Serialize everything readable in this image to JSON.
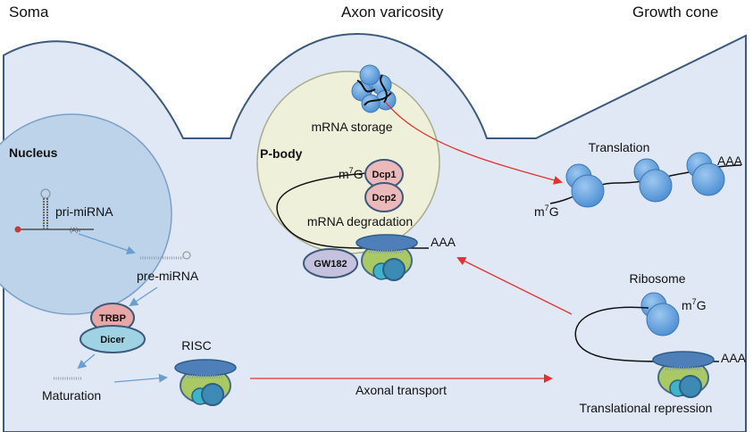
{
  "headers": {
    "soma": "Soma",
    "varicosity": "Axon varicosity",
    "growth_cone": "Growth cone"
  },
  "labels": {
    "nucleus": "Nucleus",
    "pri_mirna": "pri-miRNA",
    "pre_mirna": "pre-miRNA",
    "trbp": "TRBP",
    "dicer": "Dicer",
    "maturation": "Maturation",
    "risc": "RISC",
    "axonal_transport": "Axonal transport",
    "p_body": "P-body",
    "mrna_storage": "mRNA storage",
    "m7g_base": "m",
    "m7g_sup": "7",
    "m7g_end": "G",
    "dcp1": "Dcp1",
    "dcp2": "Dcp2",
    "mrna_degradation": "mRNA degradation",
    "aaa": "AAA",
    "gw182": "GW182",
    "translation": "Translation",
    "ribosome": "Ribosome",
    "translational_repression": "Translational repression"
  },
  "colors": {
    "cell_fill": "#dfe8f4",
    "cell_stroke": "#3c5a7c",
    "nucleus_fill": "#bcd3ea",
    "pbody_fill": "#eef0da",
    "ribosome": "#5b9bd8",
    "risc_top": "#4f7fb8",
    "risc_green": "#a9c964",
    "risc_circle": "#3d8ab5",
    "trbp": "#e8a6a6",
    "dicer": "#9fd3e4",
    "gw182": "#c4c2de",
    "dcp": "#ebb9b9",
    "arrow_red": "#e0342b",
    "arrow_blue": "#6a9ed0"
  }
}
